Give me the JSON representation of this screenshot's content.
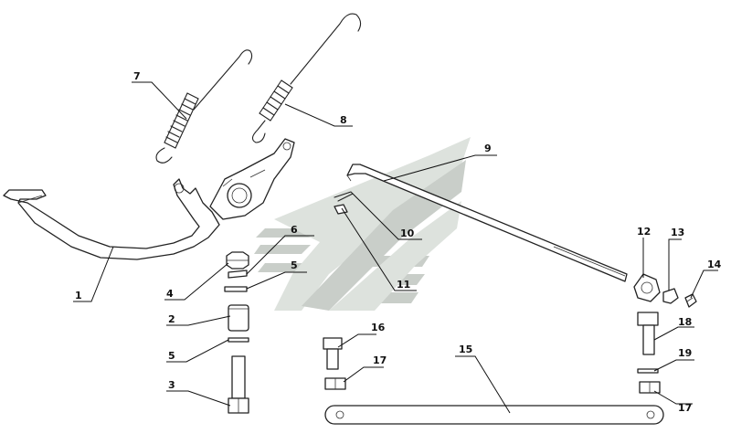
{
  "labels": {
    "l1": "1",
    "l2": "2",
    "l3": "3",
    "l4": "4",
    "l5a": "5",
    "l5b": "5",
    "l6": "6",
    "l7": "7",
    "l8": "8",
    "l9": "9",
    "l10": "10",
    "l11": "11",
    "l12": "12",
    "l13": "13",
    "l14": "14",
    "l15": "15",
    "l16": "16",
    "l17a": "17",
    "l17b": "17",
    "l18": "18",
    "l19": "19"
  },
  "colors": {
    "ink": "#222222",
    "watermark": "#c9cec9",
    "background": "#ffffff"
  }
}
